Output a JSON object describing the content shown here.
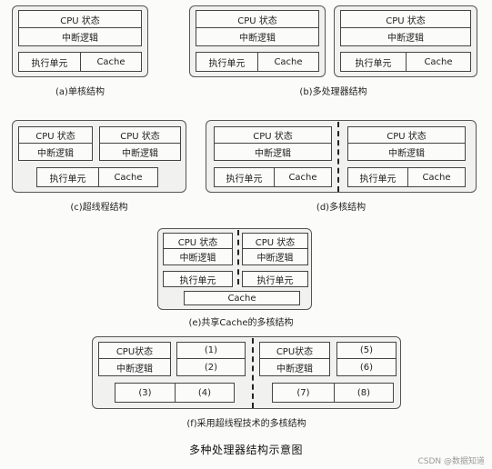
{
  "labels": {
    "cpu_state": "CPU 状态",
    "cpu_state_nospace": "CPU状态",
    "interrupt_logic": "中断逻辑",
    "exec_unit": "执行单元",
    "cache": "Cache"
  },
  "captions": {
    "a": "(a)单核结构",
    "b": "(b)多处理器结构",
    "c": "(c)超线程结构",
    "d": "(d)多核结构",
    "e": "(e)共享Cache的多核结构",
    "f": "(f)采用超线程技术的多核结构"
  },
  "numbers": {
    "n1": "(1)",
    "n2": "(2)",
    "n3": "(3)",
    "n4": "(4)",
    "n5": "(5)",
    "n6": "(6)",
    "n7": "(7)",
    "n8": "(8)"
  },
  "title": "多种处理器结构示意图",
  "watermark": "CSDN @数据知道"
}
